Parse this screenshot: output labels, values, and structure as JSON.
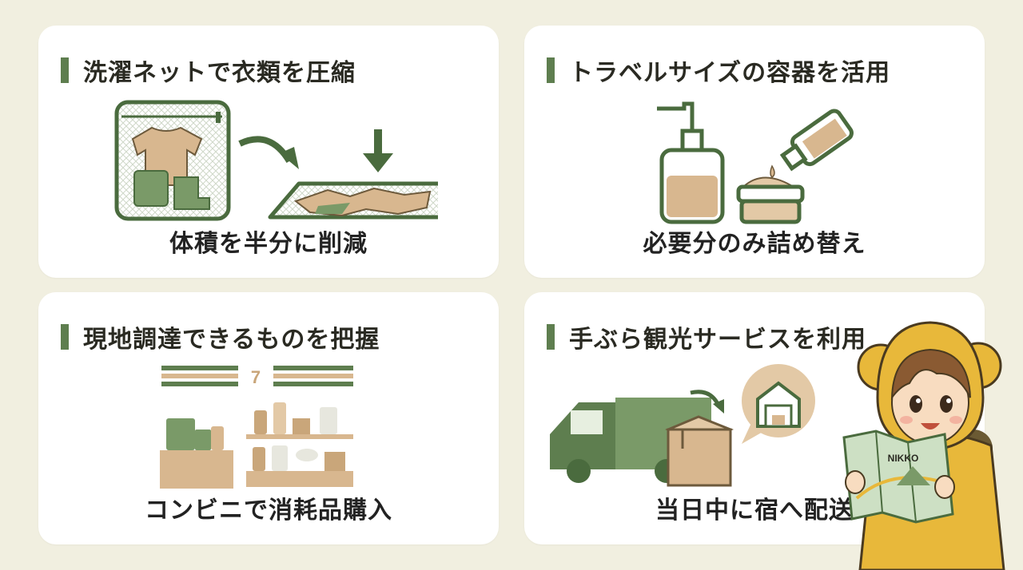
{
  "colors": {
    "background": "#f1efe0",
    "card": "#ffffff",
    "accent_green": "#5e7e4f",
    "accent_tan": "#d8b78f",
    "outline": "#4a6b3e",
    "text": "#222222"
  },
  "cards": [
    {
      "title": "洗濯ネットで衣類を圧縮",
      "caption": "体積を半分に削減"
    },
    {
      "title": "トラベルサイズの容器を活用",
      "caption": "必要分のみ詰め替え"
    },
    {
      "title": "現地調達できるものを把握",
      "caption": "コンビニで消耗品購入"
    },
    {
      "title": "手ぶら観光サービスを利用",
      "caption": "当日中に宿へ配送"
    }
  ],
  "store_sign": "7",
  "map_label": "NIKKO",
  "icons": [
    "laundry-net-icon",
    "curved-arrow-icon",
    "down-arrow-icon",
    "flattened-clothes-icon",
    "pump-bottle-icon",
    "small-bottle-icon",
    "cream-jar-icon",
    "convenience-store-sign-icon",
    "cash-register-icon",
    "store-shelf-icon",
    "delivery-truck-icon",
    "package-box-icon",
    "warehouse-speech-bubble-icon",
    "mascot-girl-illustration"
  ]
}
